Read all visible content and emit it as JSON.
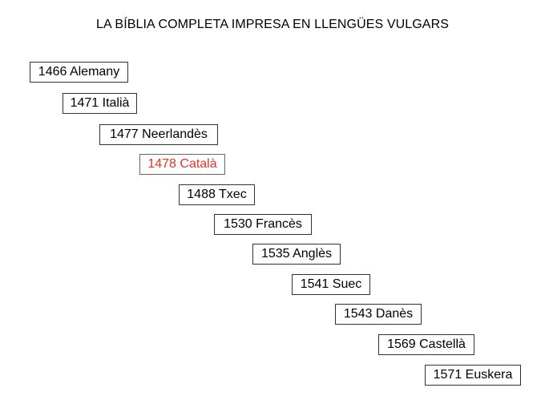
{
  "title": "LA BÍBLIA COMPLETA IMPRESA EN LLENGÜES VULGARS",
  "highlight_color": "#d2392b",
  "entries": [
    {
      "label": "1466 Alemany",
      "year": 1466,
      "language": "Alemany",
      "highlighted": false
    },
    {
      "label": "1471 Italià",
      "year": 1471,
      "language": "Italià",
      "highlighted": false
    },
    {
      "label": "1477 Neerlandès",
      "year": 1477,
      "language": "Neerlandès",
      "highlighted": false
    },
    {
      "label": "1478 Català",
      "year": 1478,
      "language": "Català",
      "highlighted": true
    },
    {
      "label": "1488 Txec",
      "year": 1488,
      "language": "Txec",
      "highlighted": false
    },
    {
      "label": "1530 Francès",
      "year": 1530,
      "language": "Francès",
      "highlighted": false
    },
    {
      "label": "1535 Anglès",
      "year": 1535,
      "language": "Anglès",
      "highlighted": false
    },
    {
      "label": "1541 Suec",
      "year": 1541,
      "language": "Suec",
      "highlighted": false
    },
    {
      "label": "1543 Danès",
      "year": 1543,
      "language": "Danès",
      "highlighted": false
    },
    {
      "label": "1569 Castellà",
      "year": 1569,
      "language": "Castellà",
      "highlighted": false
    },
    {
      "label": "1571 Euskera",
      "year": 1571,
      "language": "Euskera",
      "highlighted": false
    }
  ]
}
